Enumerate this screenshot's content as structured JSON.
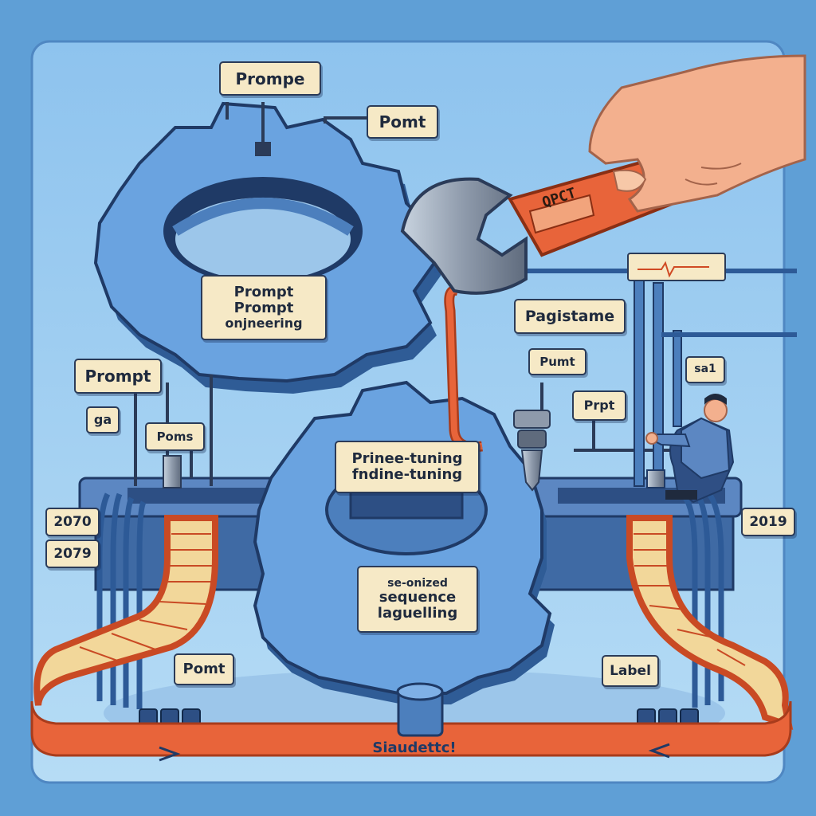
{
  "labels": {
    "top_prompt": "Prompe",
    "top_point": "Pomt",
    "gear_top": [
      "Prompt",
      "Prompt",
      "onjneering"
    ],
    "wrench": "QPCT",
    "pagistame": "Pagistame",
    "left_prompt": "Prompt",
    "left_ga": "ga",
    "left_poms": "Poms",
    "right_pumt": "Pumt",
    "right_prpt": "Prpt",
    "right_sai": "sa1",
    "gear_bottom": [
      "Prinee-tuning",
      "fndine-tuning"
    ],
    "center_box": [
      "se-onized",
      "sequence",
      "laguelling"
    ],
    "year_left_1": "2070",
    "year_left_2": "2079",
    "year_right": "2019",
    "bottom_point": "Pomt",
    "bottom_label": "Label",
    "belt_text": "Siaudettc!"
  },
  "colors": {
    "background": "#5f9fd6",
    "gear": "#6aa3e0",
    "gear_dark": "#2f5c96",
    "belt": "#e8643a",
    "label_bg": "#f6e9c6",
    "skin": "#f3b08e"
  }
}
